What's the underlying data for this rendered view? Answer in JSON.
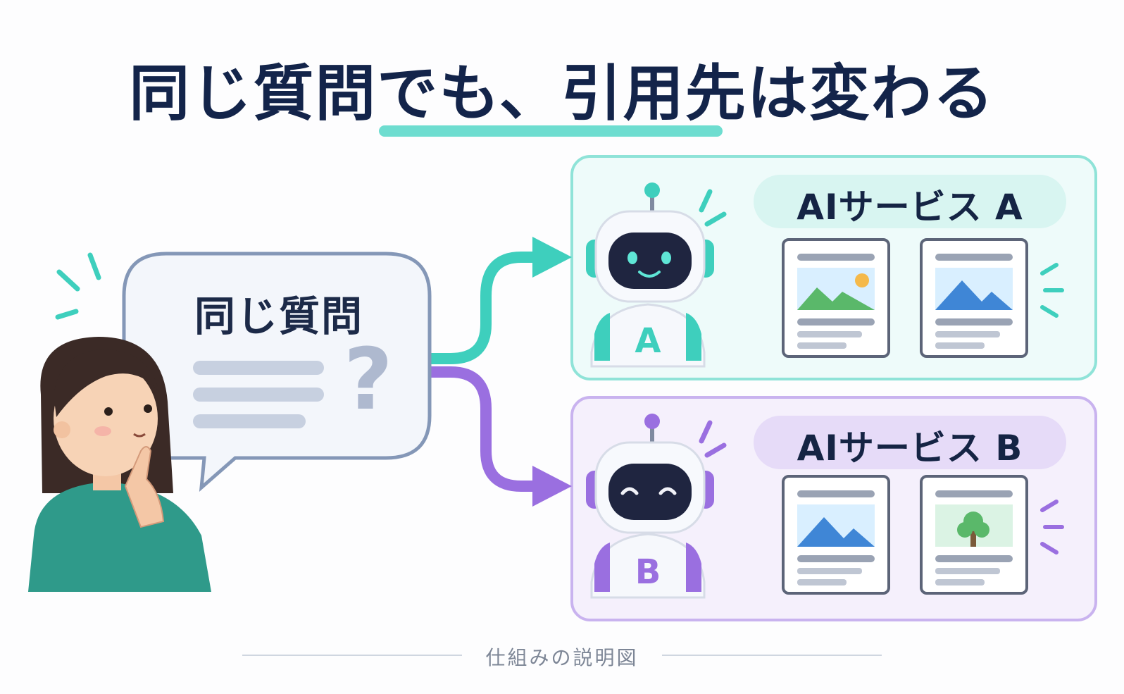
{
  "title": "同じ質問でも、引用先は変わる",
  "question_bubble": {
    "label": "同じ質問",
    "question_mark": "?"
  },
  "service_a": {
    "label": "AIサービス A",
    "robot_letter": "A",
    "accent_color": "#3ecfbd"
  },
  "service_b": {
    "label": "AIサービス B",
    "robot_letter": "B",
    "accent_color": "#9a6fe0"
  },
  "footer": {
    "caption": "仕組みの説明図"
  },
  "colors": {
    "title_text": "#13244a",
    "underline": "#55d7c8",
    "teal": "#3ecfbd",
    "purple": "#9a6fe0"
  },
  "icons": [
    "robot-icon",
    "document-icon",
    "image-icon",
    "tree-icon",
    "person-illustration",
    "arrow-icon",
    "sparkle-icon"
  ]
}
